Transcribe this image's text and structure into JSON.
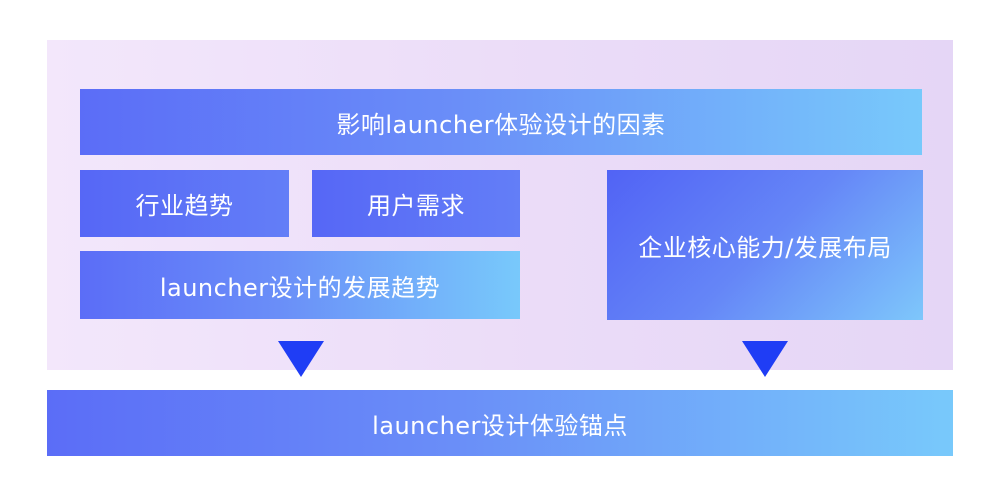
{
  "diagram": {
    "header": "影响launcher体验设计的因素",
    "factors": {
      "industry_trend": "行业趋势",
      "user_needs": "用户需求",
      "design_trend": "launcher设计的发展趋势",
      "enterprise": "企业核心能力/发展布局"
    },
    "anchor": "launcher设计体验锚点"
  },
  "colors": {
    "panel_bg": "#ece0f9",
    "box_start": "#5b6df7",
    "box_end": "#78c9fb",
    "arrow": "#1f3df5",
    "text": "#ffffff"
  }
}
